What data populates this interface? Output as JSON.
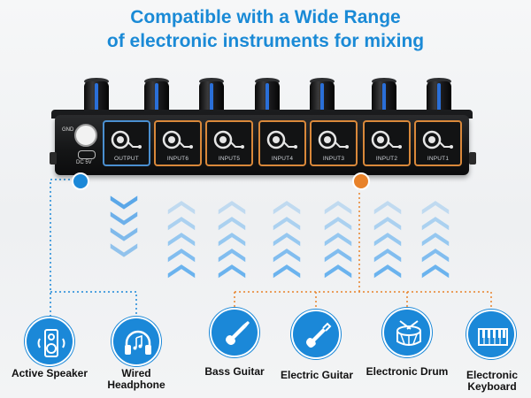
{
  "headline": {
    "line1": "Compatible with a Wide Range",
    "line2": "of electronic instruments for mixing"
  },
  "mixer": {
    "ground_label": "GND",
    "dc_label": "DC 5V",
    "ports": [
      {
        "label": "OUTPUT",
        "kind": "output"
      },
      {
        "label": "INPUT6",
        "kind": "input"
      },
      {
        "label": "INPUT5",
        "kind": "input"
      },
      {
        "label": "INPUT4",
        "kind": "input"
      },
      {
        "label": "INPUT3",
        "kind": "input"
      },
      {
        "label": "INPUT2",
        "kind": "input"
      },
      {
        "label": "INPUT1",
        "kind": "input"
      }
    ]
  },
  "colors": {
    "title_blue": "#1a8ad6",
    "output_blue": "#1b88d8",
    "input_orange": "#e8822a"
  },
  "arrows": {
    "output_direction": "down",
    "input_direction": "up"
  },
  "output_devices": [
    {
      "label": "Active Speaker",
      "icon": "speaker-icon"
    },
    {
      "label": "Wired Headphone",
      "icon": "headphone-icon"
    }
  ],
  "input_devices": [
    {
      "label": "Bass Guitar",
      "icon": "bass-guitar-icon"
    },
    {
      "label": "Electric Guitar",
      "icon": "electric-guitar-icon"
    },
    {
      "label": "Electronic Drum",
      "icon": "drum-icon"
    },
    {
      "label": "Electronic Keyboard",
      "icon": "keyboard-icon"
    }
  ]
}
